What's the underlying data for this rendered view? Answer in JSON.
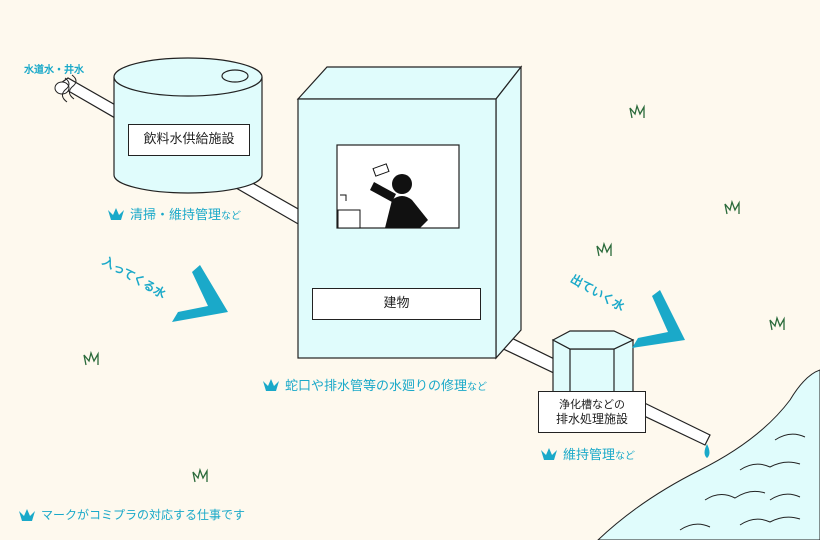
{
  "source_label": "水道水・井水",
  "tank_label": "飲料水供給施設",
  "building_label": "建物",
  "septic_label": {
    "line1": "浄化槽などの",
    "line2": "排水処理施設"
  },
  "tasks": {
    "tank": {
      "main": "清掃・維持管理",
      "suffix": "など"
    },
    "building": {
      "main": "蛇口や排水管等の水廻りの修理",
      "suffix": "など"
    },
    "septic": {
      "main": "維持管理",
      "suffix": "など"
    }
  },
  "flow": {
    "incoming": "入ってくる水",
    "outgoing": "出ていく水"
  },
  "legend": "マークがコミプラの対応する仕事です",
  "icons": [
    "crown-icon",
    "person-drinking-icon",
    "faucet-icon",
    "arrow-icon",
    "grass-icon",
    "water-drop-icon"
  ],
  "colors": {
    "accent": "#1aa9c9",
    "fill": "#e0fcfc",
    "background": "#fef9ee",
    "grass": "#2a6a3a"
  }
}
